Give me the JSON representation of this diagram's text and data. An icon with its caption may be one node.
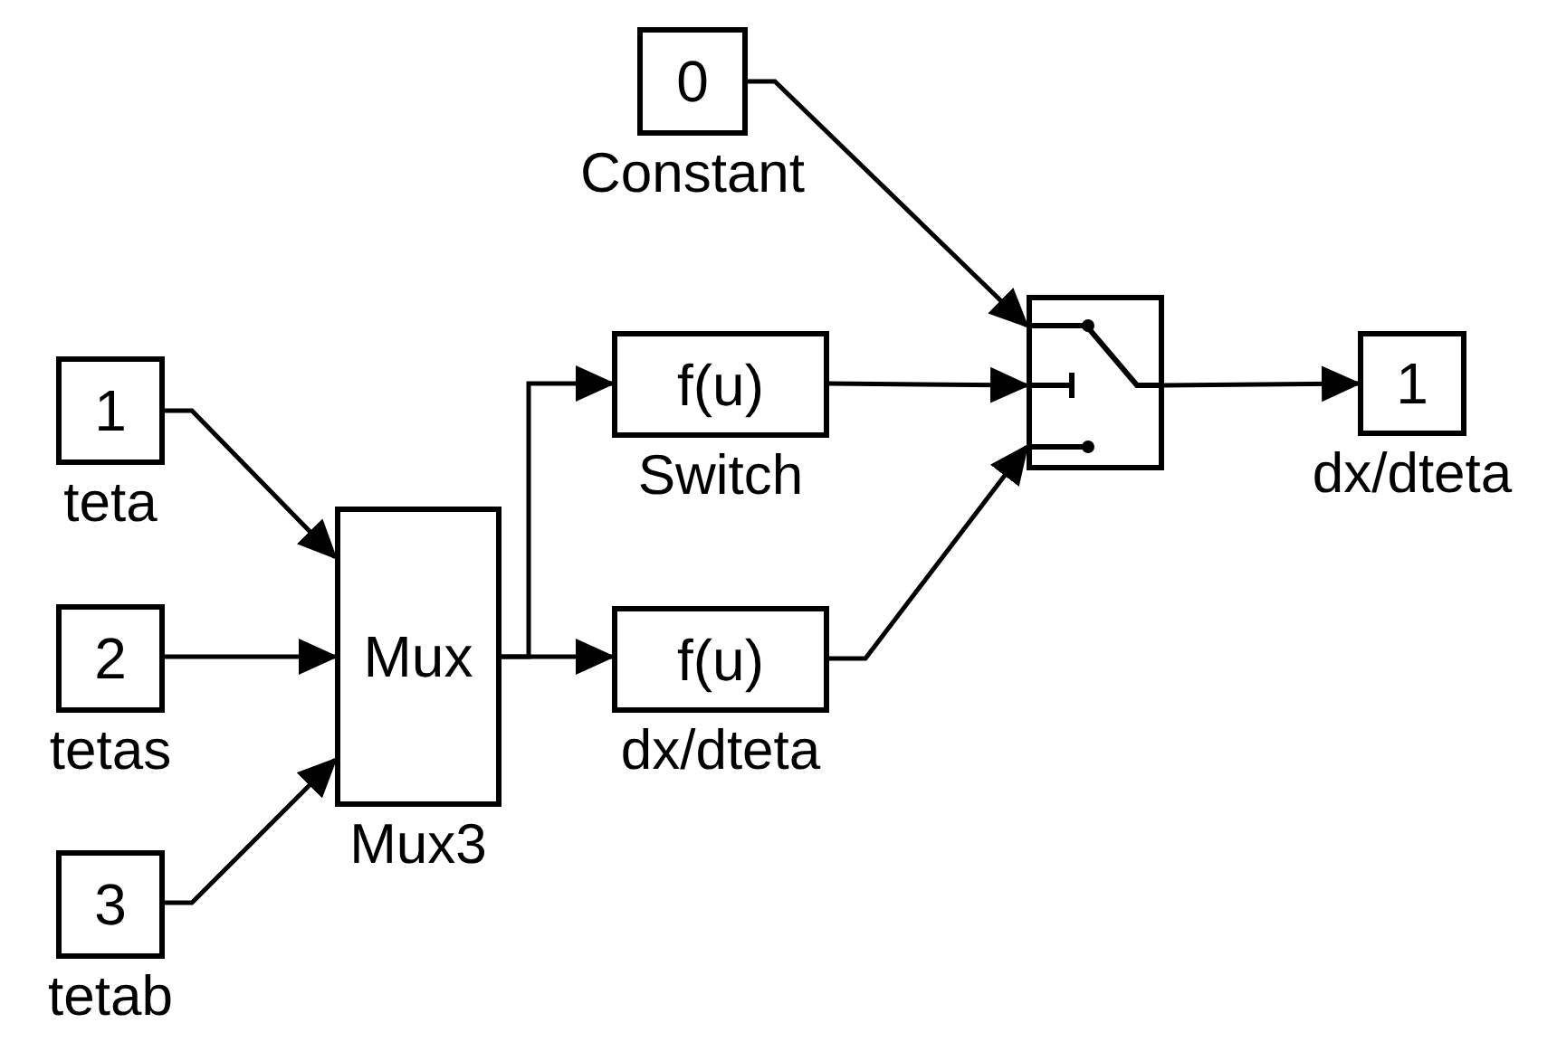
{
  "diagram": {
    "nodes": [
      {
        "text": [
          "0"
        ],
        "beside": [
          "Constant"
        ]
      },
      {
        "text": [
          "1"
        ],
        "beside": [
          "teta"
        ]
      },
      {
        "text": [
          "2"
        ],
        "beside": [
          "tetas"
        ]
      },
      {
        "text": [
          "3"
        ],
        "beside": [
          "tetab"
        ]
      },
      {
        "text": [
          "Mux"
        ],
        "beside": [
          "Mux3"
        ]
      },
      {
        "text": [
          "f(u)"
        ],
        "beside": [
          "Switch"
        ]
      },
      {
        "text": [
          "f(u)"
        ],
        "beside": [
          "dx/dteta"
        ]
      },
      {
        "text": [],
        "shape": "box"
      },
      {
        "text": [
          "1"
        ],
        "beside": [
          "dx/dteta"
        ]
      }
    ],
    "edges": [
      {
        "from": 1,
        "to": 4,
        "arrow": "to"
      },
      {
        "from": 2,
        "to": 4,
        "arrow": "to"
      },
      {
        "from": 3,
        "to": 4,
        "arrow": "to"
      },
      {
        "from": 4,
        "to": 5,
        "arrow": "to"
      },
      {
        "from": 4,
        "to": 6,
        "arrow": "to"
      },
      {
        "from": 0,
        "to": 7,
        "arrow": "to"
      },
      {
        "from": 5,
        "to": 7,
        "arrow": "to"
      },
      {
        "from": 6,
        "to": 7,
        "arrow": "to"
      },
      {
        "from": 7,
        "to": 8,
        "arrow": "to"
      }
    ]
  }
}
